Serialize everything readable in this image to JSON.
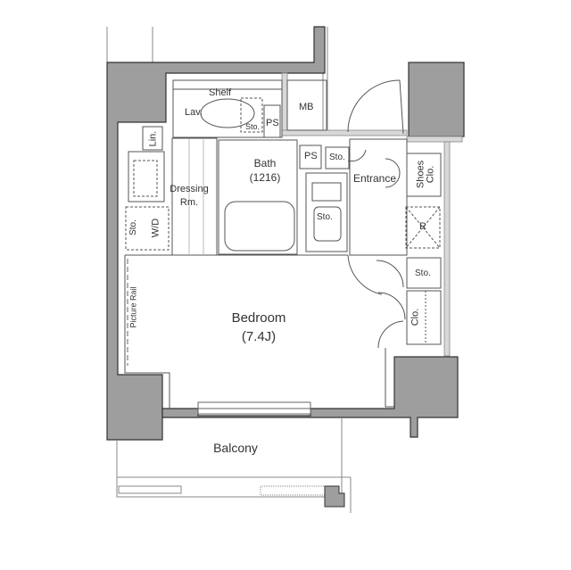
{
  "floor_plan": {
    "rooms": {
      "bedroom": {
        "name": "Bedroom",
        "size": "(7.4J)"
      },
      "bath": {
        "name": "Bath",
        "size": "(1216)"
      },
      "dressing": {
        "line1": "Dressing",
        "line2": "Rm."
      },
      "entrance": "Entrance",
      "balcony": "Balcony",
      "lavatory": "Lav.",
      "shelf": "Shelf",
      "mb": "MB",
      "ps_upper": "PS",
      "ps_lower": "PS",
      "sto_toilet": "Sto.",
      "sto_entrance": "Sto.",
      "sto_kitchen": "Sto.",
      "sto_right": "Sto.",
      "sto_wd": "Sto.",
      "wd": "W/D",
      "linen": "Lin.",
      "shoes_clo_line1": "Shoes",
      "shoes_clo_line2": "Clo.",
      "refrigerator": "R",
      "closet": "Clo.",
      "picture_rail": "Picture Rail"
    },
    "colors": {
      "wall_fill": "#9e9e9e",
      "wall_stroke": "#333333",
      "line": "#555555",
      "light_line": "#aaaaaa",
      "text": "#333333"
    }
  }
}
